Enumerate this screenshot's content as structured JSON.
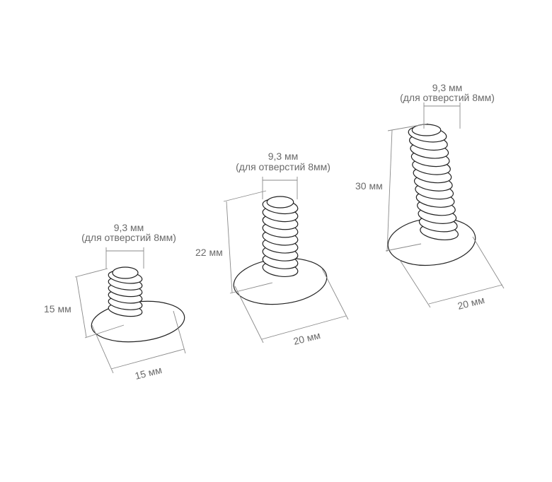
{
  "fasteners": [
    {
      "name": "small",
      "diameter_label": "9,3 мм",
      "hole_label": "(для отверстий 8мм)",
      "height_label": "15 мм",
      "base_label": "15 мм",
      "threads": 6
    },
    {
      "name": "medium",
      "diameter_label": "9,3 мм",
      "hole_label": "(для отверстий 8мм)",
      "height_label": "22 мм",
      "base_label": "20 мм",
      "threads": 9
    },
    {
      "name": "large",
      "diameter_label": "9,3 мм",
      "hole_label": "(для отверстий 8мм)",
      "height_label": "30 мм",
      "base_label": "20 мм",
      "threads": 13
    }
  ]
}
